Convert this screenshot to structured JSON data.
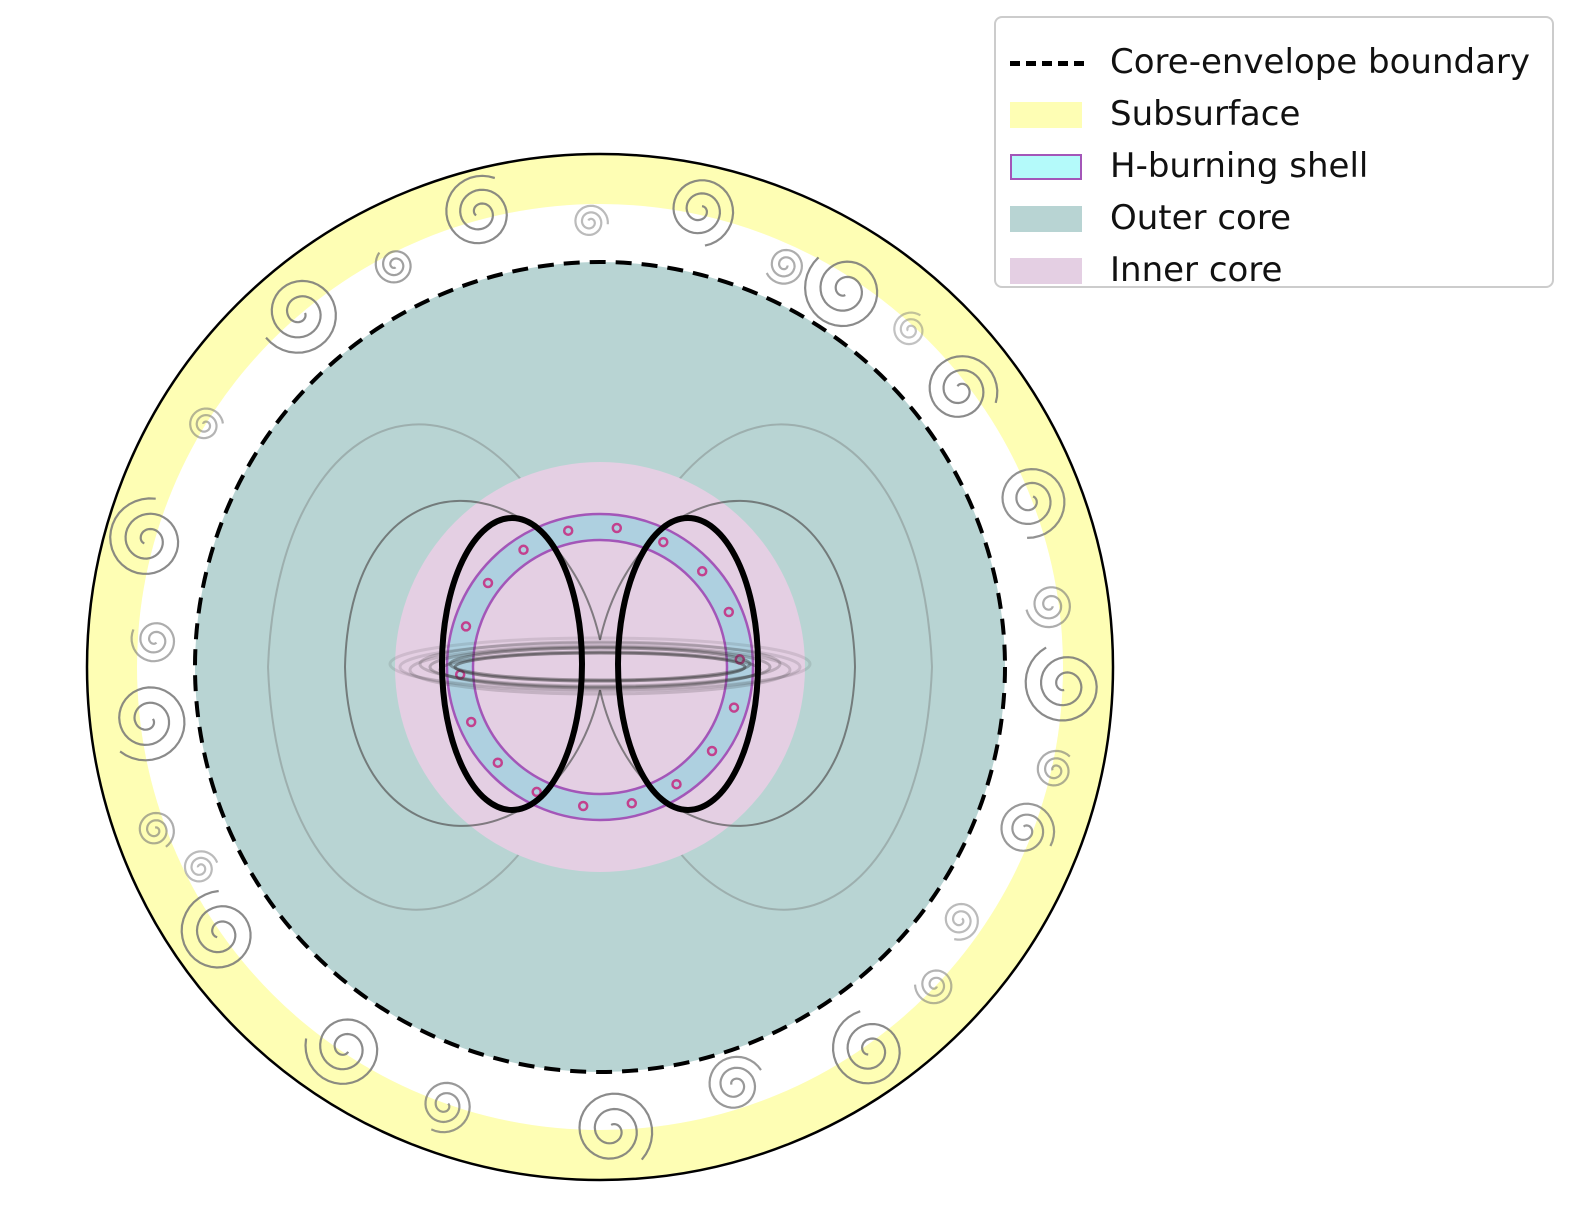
{
  "legend": {
    "items": [
      {
        "label": "Core-envelope boundary",
        "kind": "dashed-line",
        "color": "#000000"
      },
      {
        "label": "Subsurface",
        "kind": "patch",
        "color": "#fefeb4"
      },
      {
        "label": "H-burning shell",
        "kind": "hatched-patch",
        "color": "#b4fafa",
        "edge": "#a356b8"
      },
      {
        "label": "Outer core",
        "kind": "patch",
        "color": "#b8d4d3"
      },
      {
        "label": "Inner core",
        "kind": "patch",
        "color": "#e4cfe3"
      }
    ]
  },
  "colors": {
    "subsurface": "#fefeb4",
    "envelope_gap": "#ffffff",
    "outer_core": "#b8d4d3",
    "inner_core": "#e4cfe3",
    "shell_fill": "#aed0e0",
    "shell_edge": "#a356b8",
    "field_lines": "#555555",
    "vortex": "#888888"
  },
  "icons": [
    "convective-vortex-icon"
  ]
}
